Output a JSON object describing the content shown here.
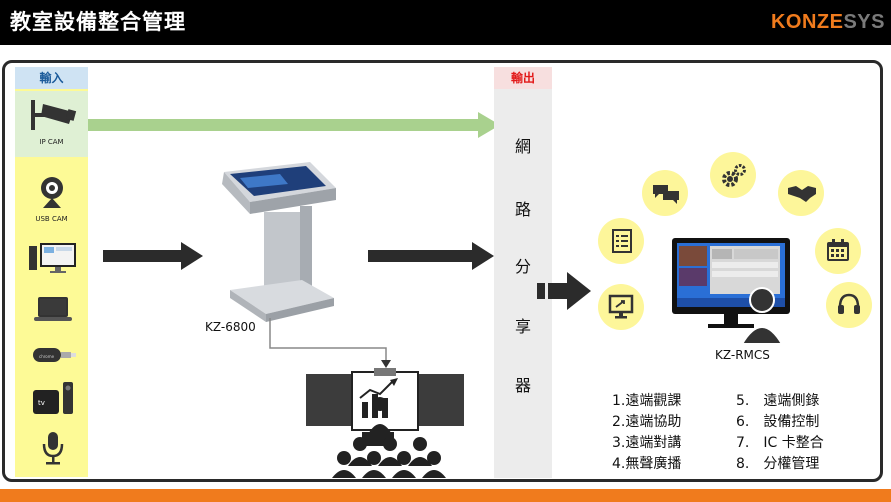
{
  "header": {
    "title": "教室設備整合管理",
    "logo_prefix": "KONZE",
    "logo_suffix": "SYS"
  },
  "input": {
    "header": "輸入",
    "devices": [
      {
        "name": "ip-camera",
        "label": "IP CAM"
      },
      {
        "name": "usb-camera",
        "label": "USB CAM"
      },
      {
        "name": "desktop-computer",
        "label": ""
      },
      {
        "name": "laptop",
        "label": ""
      },
      {
        "name": "chromecast",
        "label": ""
      },
      {
        "name": "apple-tv",
        "label": ""
      },
      {
        "name": "microphone",
        "label": ""
      }
    ]
  },
  "podium": {
    "label": "KZ-6800"
  },
  "output": {
    "header": "輸出",
    "chars": [
      "網",
      "路",
      "分",
      "享",
      "器"
    ]
  },
  "rmcs": {
    "label": "KZ-RMCS"
  },
  "features_left": [
    "1.遠端觀課",
    "2.遠端協助",
    "3.遠端對講",
    "4.無聲廣播"
  ],
  "features_right": [
    "5.　遠端側錄",
    "6.　設備控制",
    "7.　IC 卡整合",
    "8.　分權管理"
  ],
  "colors": {
    "accent": "#f07b1d",
    "input_bg": "#fdfa96",
    "ipcam_bg": "#dff0d4",
    "arrow_green": "#a9d18e",
    "output_bg": "#ececec"
  }
}
